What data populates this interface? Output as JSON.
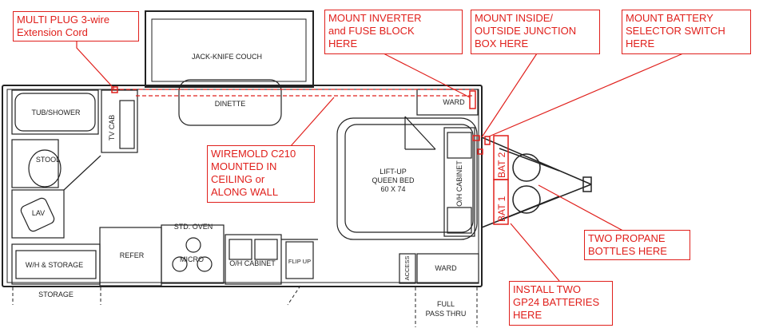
{
  "notes": {
    "extension_cord": "MULTI PLUG 3-wire\nExtension Cord",
    "inverter": "MOUNT INVERTER\nand FUSE BLOCK\nHERE",
    "junction_box": "MOUNT INSIDE/\nOUTSIDE JUNCTION\nBOX HERE",
    "battery_switch": "MOUNT BATTERY\nSELECTOR SWITCH\nHERE",
    "wiremold": "WIREMOLD C210\nMOUNTED IN\nCEILING or\nALONG WALL",
    "propane": "TWO PROPANE\nBOTTLES HERE",
    "batteries": "INSTALL TWO\nGP24 BATTERIES\nHERE"
  },
  "rooms": {
    "jackknife_couch": "JACK-KNIFE COUCH",
    "dinette": "DINETTE",
    "tub_shower": "TUB/SHOWER",
    "tv_cab": "TV CAB",
    "stool": "STOOL",
    "lav": "LAV",
    "wh_storage": "W/H & STORAGE",
    "storage": "STORAGE",
    "refer": "REFER",
    "std_oven": "STD. OVEN",
    "micro": "MICRO",
    "oh_cabinet_kitchen": "O/H CABINET",
    "flip_up": "FLIP UP",
    "bed_line1": "LIFT-UP",
    "bed_line2": "QUEEN BED",
    "bed_line3": "60 X 74",
    "oh_cabinet_bed": "O/H CABINET",
    "ward_top": "WARD",
    "ward_bottom": "WARD",
    "access": "ACCESS",
    "full_pass_thru_1": "FULL",
    "full_pass_thru_2": "PASS THRU",
    "bat1": "BAT 1",
    "bat2": "BAT 2"
  },
  "colors": {
    "annotation": "#e0201c",
    "walls": "#222222"
  }
}
